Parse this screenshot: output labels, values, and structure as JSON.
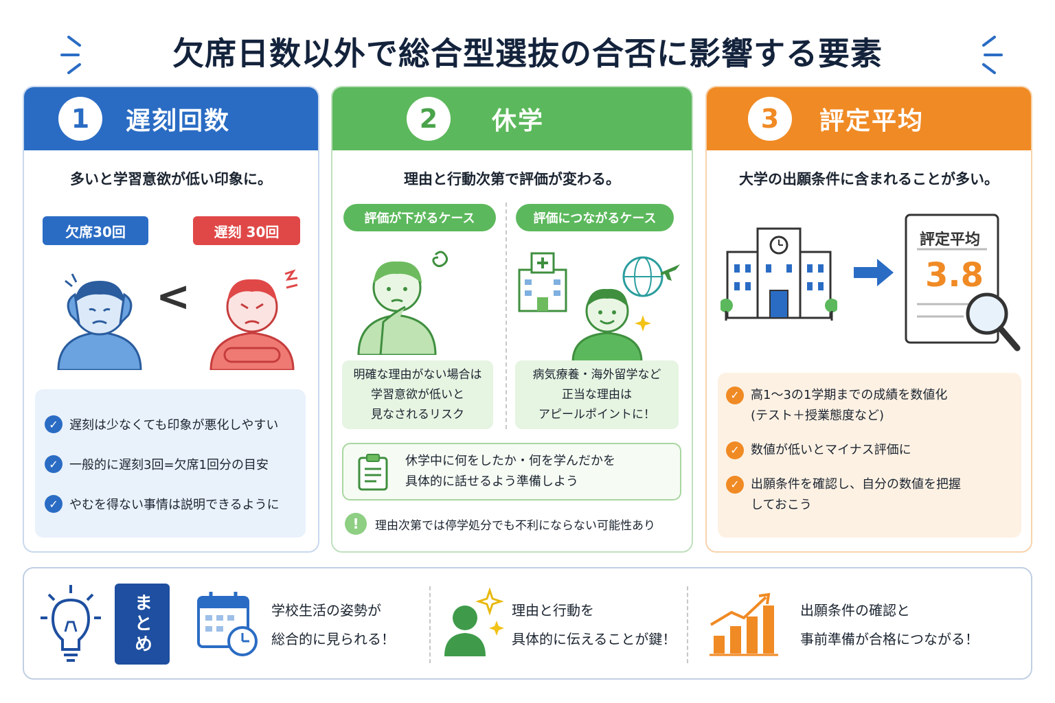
{
  "title": "欠席日数以外で総合型選抜の合否に影響する要素",
  "colors": {
    "blue": "#2a6cc4",
    "green": "#5cb85c",
    "orange": "#f08a24",
    "red": "#e04848",
    "navy": "#14233c"
  },
  "col1": {
    "num": "1",
    "heading": "遅刻回数",
    "lead": "多いと学習意欲が低い印象に。",
    "badge_absence": "欠席30回",
    "badge_late": "遅刻 30回",
    "compare": "<",
    "checks": [
      "遅刻は少なくても印象が悪化しやすい",
      "一般的に遅刻3回=欠席1回分の目安",
      "やむを得ない事情は説明できるように"
    ]
  },
  "col2": {
    "num": "2",
    "heading": "休学",
    "lead": "理由と行動次第で評価が変わる。",
    "case_down": "評価が下がるケース",
    "case_up": "評価につながるケース",
    "box_down": [
      "明確な理由がない場合は",
      "学習意欲が低いと",
      "見なされるリスク"
    ],
    "box_up": [
      "病気療養・海外留学など",
      "正当な理由は",
      "アピールポイントに！"
    ],
    "tip": [
      "休学中に何をしたか・何を学んだかを",
      "具体的に話せるよう準備しよう"
    ],
    "note": "理由次第では停学処分でも不利にならない可能性あり"
  },
  "col3": {
    "num": "3",
    "heading": "評定平均",
    "lead": "大学の出願条件に含まれることが多い。",
    "doc_title": "評定平均",
    "doc_score": "3.8",
    "checks": [
      [
        "高1〜3の1学期までの成績を数値化",
        "(テスト＋授業態度など)"
      ],
      [
        "数値が低いとマイナス評価に"
      ],
      [
        "出願条件を確認し、自分の数値を把握",
        "しておこう"
      ]
    ]
  },
  "summary": {
    "label": "まとめ",
    "items": [
      [
        "学校生活の姿勢が",
        "総合的に見られる！"
      ],
      [
        "理由と行動を",
        "具体的に伝えることが鍵！"
      ],
      [
        "出願条件の確認と",
        "事前準備が合格につながる！"
      ]
    ]
  }
}
